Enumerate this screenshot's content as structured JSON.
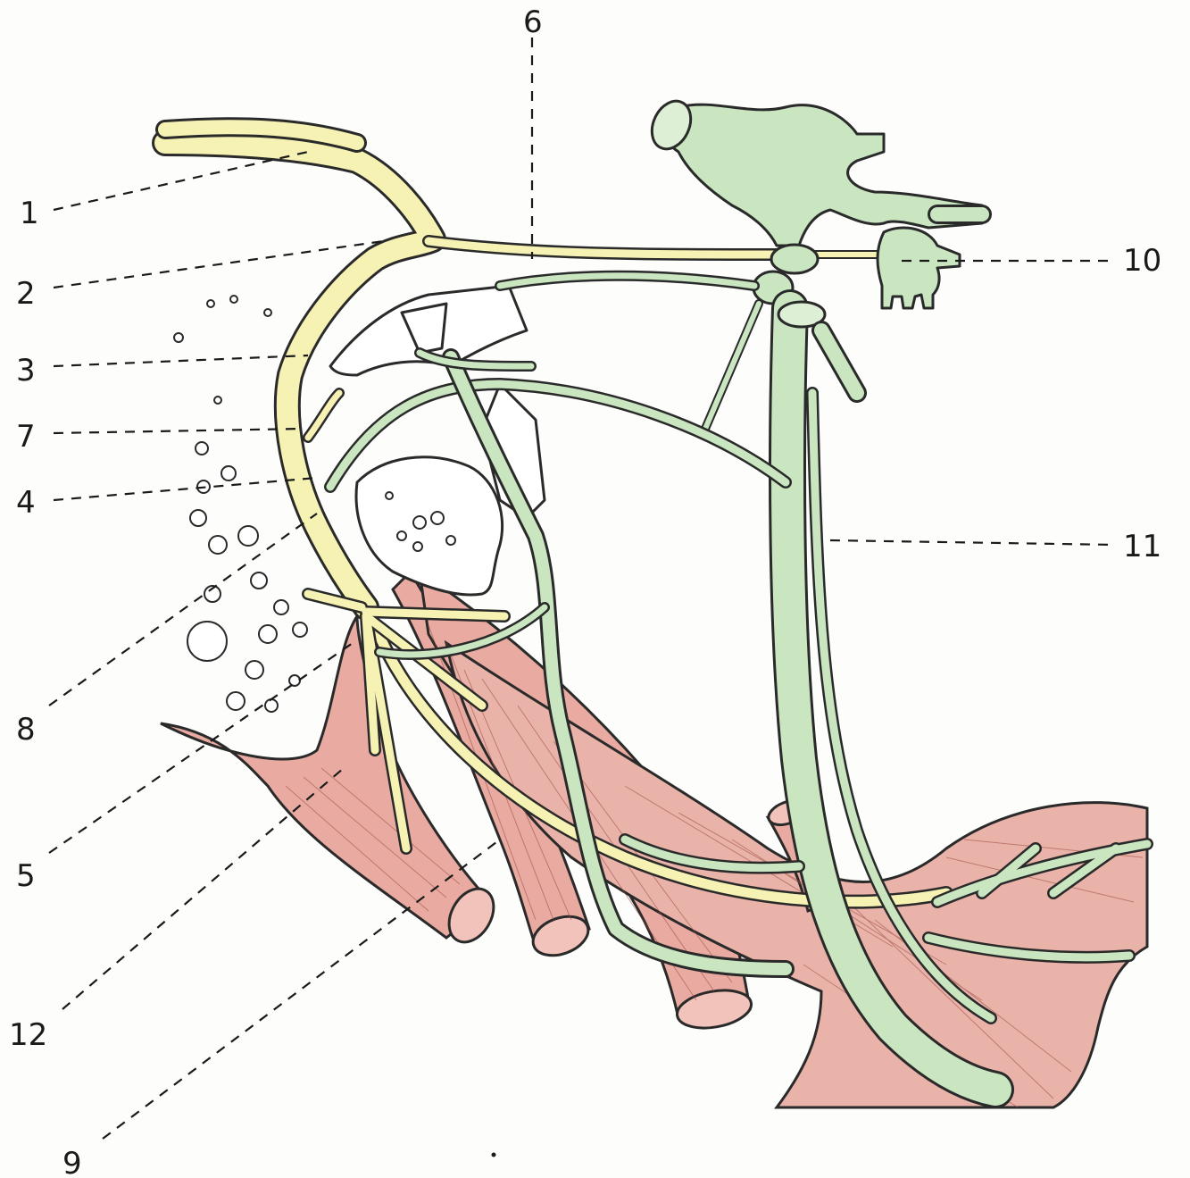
{
  "labels": [
    "1",
    "2",
    "3",
    "4",
    "5",
    "6",
    "7",
    "8",
    "9",
    "10",
    "11",
    "12"
  ],
  "colors": {
    "nerve_yellow": "#f6f2b4",
    "nerve_green": "#c9e6c1",
    "muscle_red": "#e9aba1",
    "ink": "#1a1a1a"
  }
}
